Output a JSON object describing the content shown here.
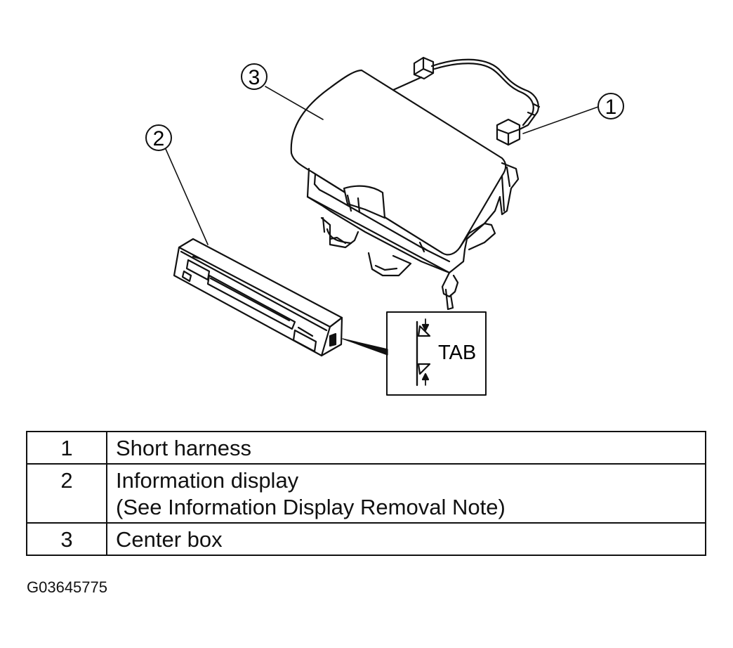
{
  "callouts": {
    "c1": "1",
    "c2": "2",
    "c3": "3"
  },
  "inset": {
    "tab_label": "TAB"
  },
  "legend": {
    "rows": [
      {
        "num": "1",
        "desc": "Short harness",
        "note": ""
      },
      {
        "num": "2",
        "desc": "Information display",
        "note": "(See Information Display Removal Note)"
      },
      {
        "num": "3",
        "desc": "Center box",
        "note": ""
      }
    ]
  },
  "figure_id": "G03645775"
}
